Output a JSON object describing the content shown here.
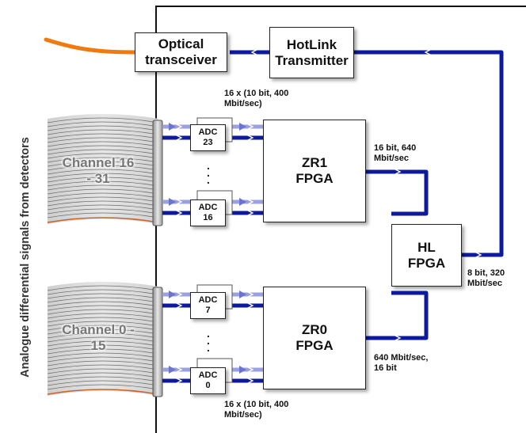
{
  "side_label": "Analogue differential signals from detectors",
  "boxes": {
    "optical": "Optical transceiver",
    "hotlink": "HotLink Transmitter",
    "zr1": "ZR1 FPGA",
    "zr0": "ZR0 FPGA",
    "hl": "HL FPGA",
    "adc23": "ADC 23",
    "adc16": "ADC 16",
    "adc7": "ADC 7",
    "adc0": "ADC 0"
  },
  "cables": {
    "top": "Channel 16 - 31",
    "bottom": "Channel 0 - 15"
  },
  "labels": {
    "adc_top_rate": "16 x (10 bit, 400 Mbit/sec)",
    "adc_bottom_rate": "16 x (10 bit, 400 Mbit/sec)",
    "zr1_out": "16 bit, 640 Mbit/sec",
    "zr0_out": "640 Mbit/sec, 16 bit",
    "hl_out": "8 bit, 320 Mbit/sec"
  },
  "colors": {
    "bus": "#0d1a9e",
    "fiber": "#f07a10",
    "light_bus": "#9aa0e0"
  }
}
